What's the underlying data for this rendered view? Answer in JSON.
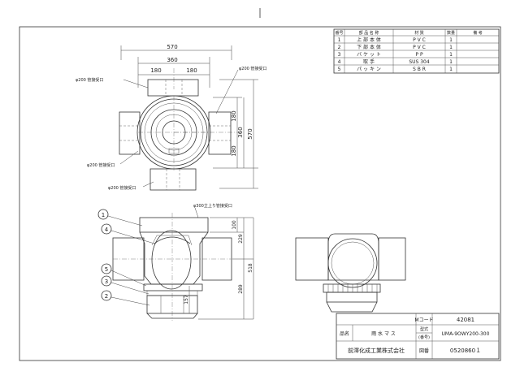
{
  "parts_table": {
    "headers": [
      "番号",
      "部 品 名 称",
      "材 質",
      "数量",
      "備 考"
    ],
    "rows": [
      [
        "1",
        "上 部 本 体",
        "P V C",
        "1",
        ""
      ],
      [
        "2",
        "下 部 本 体",
        "P V C",
        "1",
        ""
      ],
      [
        "3",
        "バ ケ ッ ト",
        "P P",
        "1",
        ""
      ],
      [
        "4",
        "取 手",
        "SUS 304",
        "1",
        ""
      ],
      [
        "5",
        "パ ッ キ ン",
        "S B R",
        "1",
        ""
      ]
    ]
  },
  "dimensions": {
    "top_width": "570",
    "inner_width": "360",
    "half_left": "180",
    "half_right": "180",
    "right_180_top": "180",
    "right_360": "360",
    "right_180_bottom": "180",
    "right_570": "570",
    "side_100": "100",
    "side_229": "229",
    "side_518": "518",
    "side_289": "289",
    "bucket_157": "157"
  },
  "labels": {
    "port_left_top": "φ200 管接受口",
    "port_right_top": "φ200 管接受口",
    "port_left_bottom": "φ200 管接受口",
    "port_bottom": "φ200 管接受口",
    "top_port": "φ300立上り管接受口"
  },
  "balloons": [
    "1",
    "4",
    "5",
    "3",
    "2"
  ],
  "title_block": {
    "code_label": "Mコード",
    "code_value": "42081",
    "name_label": "品名",
    "name_value": "雨 水 マ ス",
    "model_label": "型式",
    "model_label_sub": "(番号)",
    "model_value": "UMA-9OWY200-300",
    "company": "前澤化成工業株式会社",
    "drawing_label": "図番",
    "drawing_value": "0520860１"
  }
}
